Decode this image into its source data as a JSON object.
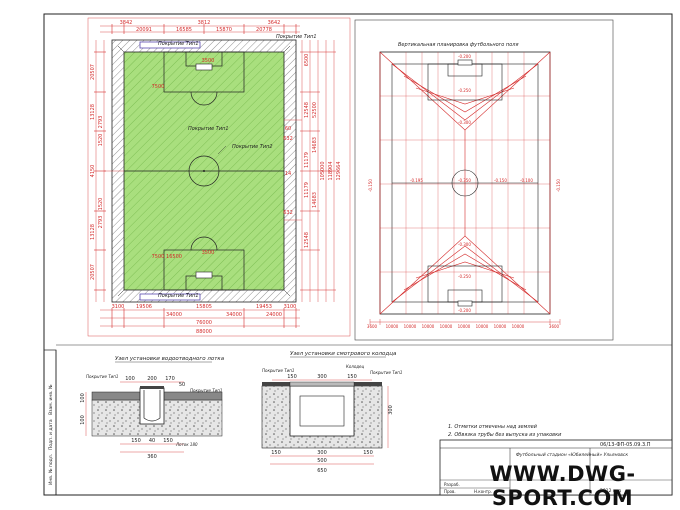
{
  "colors": {
    "dim_red": "#d42a2a",
    "field_green": "#a9df7e",
    "line_dark": "#222222",
    "grid_red": "#c0392b",
    "hatch": "#555555"
  },
  "field_plan": {
    "top_dims": [
      "3842",
      "3812",
      "3642",
      "20091",
      "16585",
      "15870",
      "20778"
    ],
    "bottom_dims": [
      "3100",
      "19506",
      "15805",
      "19453",
      "3100",
      "34000",
      "34000",
      "24000",
      "76000",
      "88000"
    ],
    "left_dims": [
      "20507",
      "13128",
      "13128",
      "20507",
      "4150",
      "1520",
      "2793",
      "2793",
      "1520"
    ],
    "right_dims": [
      "6500",
      "12548",
      "14683",
      "11179",
      "11179",
      "14683",
      "12548",
      "52500",
      "105000",
      "118904",
      "129664"
    ],
    "inner_dims": [
      "7500",
      "3500",
      "7500",
      "3500",
      "16500",
      "60",
      "14",
      "632",
      "632"
    ],
    "callouts": [
      "Покрытие Тип1",
      "Покрытие Тип1",
      "Покрытие Тип2",
      "Покрытие Тип1",
      "Покрытие Тип1"
    ]
  },
  "grading_plan": {
    "title": "Вертикальная планировка футбольного поля",
    "center_marks": [
      "-0.350",
      "-0.300",
      "-0.250",
      "-0.200"
    ],
    "side_marks": [
      "-0.195",
      "-0.150",
      "-0.100"
    ],
    "bottom_dims": [
      "3600",
      "10000",
      "10000",
      "10000",
      "10000",
      "10000",
      "10000",
      "10000",
      "10000",
      "3600"
    ],
    "left_edge": "-0.150"
  },
  "detail_drain": {
    "title": "Узел установки водоотводного лотка",
    "callouts": [
      "Покрытие Тип1",
      "Покрытие Тип1",
      "Лоток 180"
    ],
    "dims": [
      "100",
      "200",
      "170",
      "50",
      "100",
      "100",
      "150",
      "150",
      "40",
      "360"
    ]
  },
  "detail_manhole": {
    "title": "Узел установки смотрового колодца",
    "callouts": [
      "Покрытие Тип1",
      "Колодец",
      "Покрытие Тип1"
    ],
    "dims": [
      "150",
      "300",
      "150",
      "150",
      "300",
      "150",
      "500",
      "300",
      "650"
    ]
  },
  "notes": [
    "1. Отметки отмечены над землей",
    "2. Обвязка трубы без выпуска из упаковки"
  ],
  "stamp": {
    "code": "06/13-ФП-05.09.3.П",
    "project": "Футбольный стадион «Юбилейный» Ульяновск",
    "sheet": "2012 год",
    "rows": [
      "Разраб.",
      "Пров.",
      "Н.контр."
    ]
  },
  "side_strip": [
    "Инв. № подл.",
    "Подп. и дата",
    "Взам. инв. №"
  ],
  "watermark": "WWW.DWG-SPORT.COM"
}
